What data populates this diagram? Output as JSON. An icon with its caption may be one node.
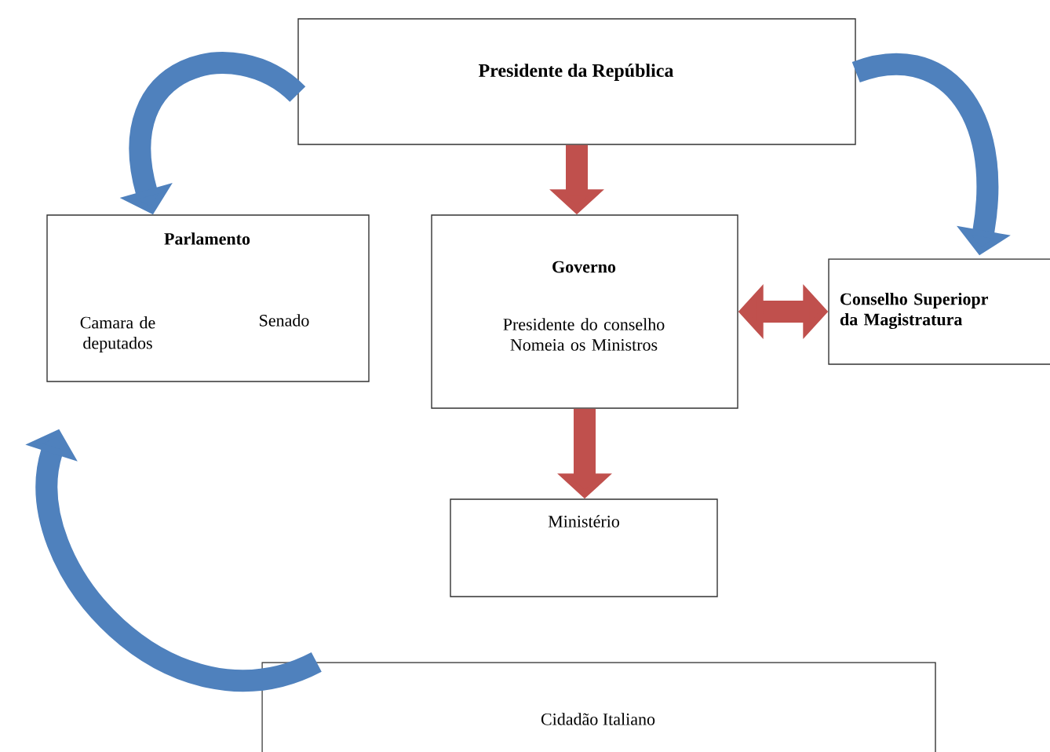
{
  "diagram": {
    "nodes": [
      {
        "text": [
          "Presidente da República"
        ]
      },
      {
        "text": [
          "Parlamento",
          "Camara de deputados",
          "Senado"
        ]
      },
      {
        "text": [
          "Governo",
          "Presidente do conselho Nomeia os Ministros"
        ]
      },
      {
        "text": [
          "Conselho Superiopr da Magistratura"
        ]
      },
      {
        "text": [
          "Ministério"
        ]
      },
      {
        "text": [
          "Cidadão Italiano"
        ]
      }
    ],
    "edges": [
      {
        "from": 0,
        "to": 1,
        "arrow": "to",
        "color": "#4f81bd"
      },
      {
        "from": 0,
        "to": 2,
        "arrow": "to",
        "color": "#c0504d"
      },
      {
        "from": 0,
        "to": 3,
        "arrow": "to",
        "color": "#4f81bd"
      },
      {
        "from": 2,
        "to": 3,
        "arrow": "both",
        "color": "#c0504d"
      },
      {
        "from": 2,
        "to": 4,
        "arrow": "to",
        "color": "#c0504d"
      },
      {
        "from": 5,
        "to": 1,
        "arrow": "to",
        "color": "#4f81bd"
      }
    ]
  }
}
